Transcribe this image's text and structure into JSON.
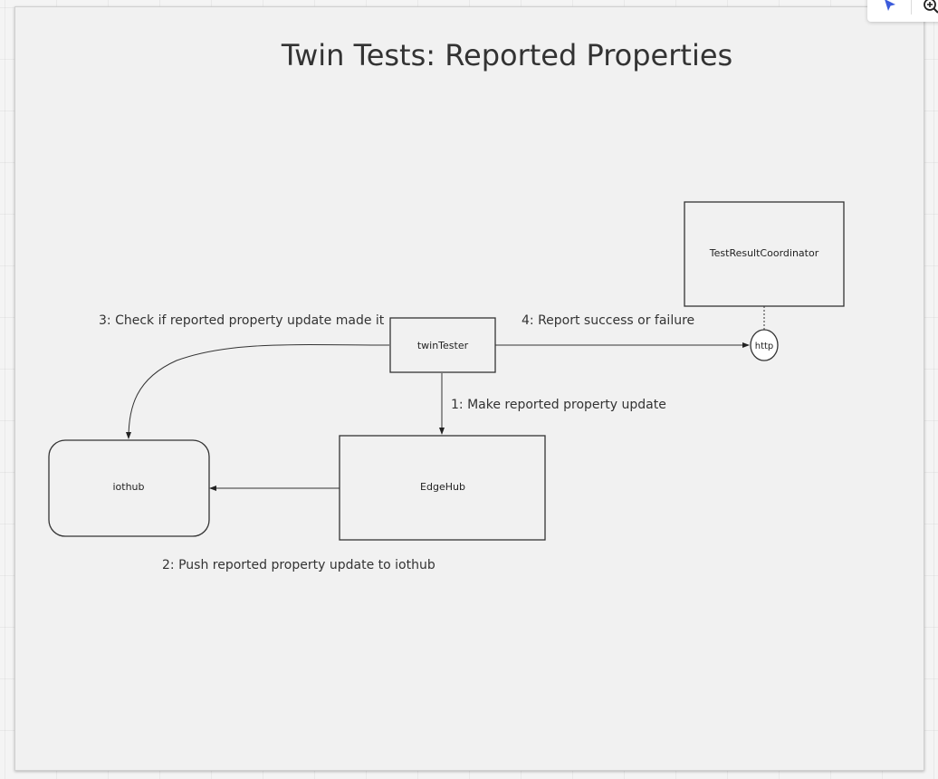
{
  "diagram": {
    "title": "Twin Tests: Reported Properties",
    "nodes": {
      "test_result_coordinator": "TestResultCoordinator",
      "http": "http",
      "twin_tester": "twinTester",
      "iothub": "iothub",
      "edgehub": "EdgeHub"
    },
    "edges": {
      "step1": "1: Make reported property update",
      "step2": "2: Push reported property update to iothub",
      "step3": "3: Check if reported property update made it",
      "step4": "4: Report success or failure"
    }
  },
  "toolbar": {
    "icons": [
      "select-cursor-icon",
      "zoom-in-icon"
    ]
  }
}
